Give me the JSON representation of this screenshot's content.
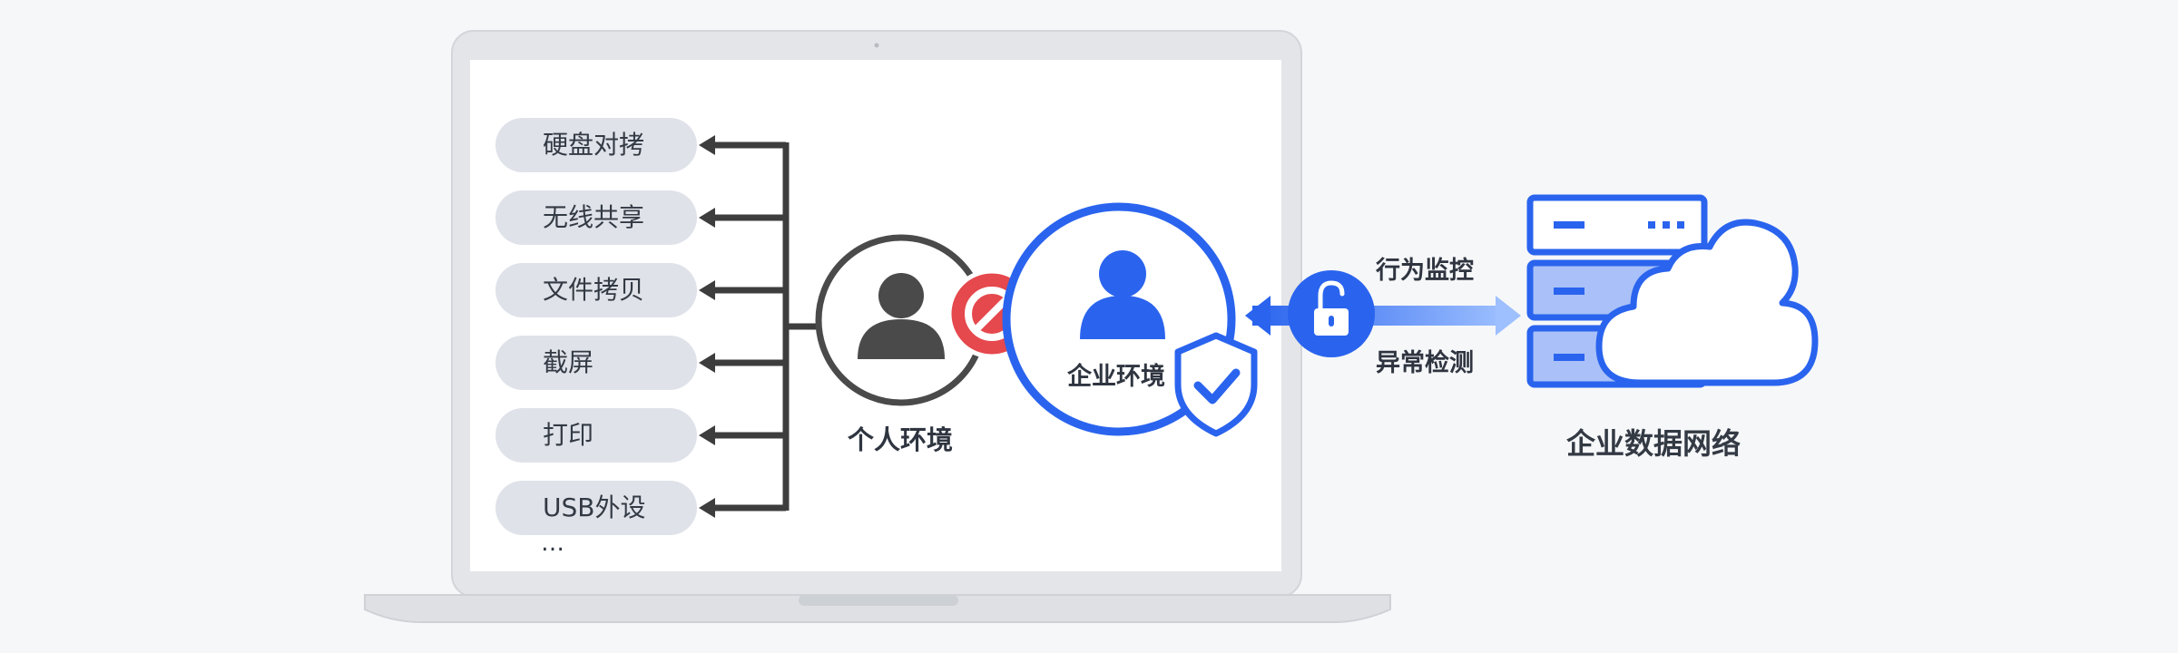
{
  "channels": [
    "硬盘对拷",
    "无线共享",
    "文件拷贝",
    "截屏",
    "打印",
    "USB外设"
  ],
  "channels_more": "…",
  "personal_env_label": "个人环境",
  "enterprise_env_label": "企业环境",
  "link_top_label": "行为监控",
  "link_bottom_label": "异常检测",
  "network_label": "企业数据网络",
  "icons": {
    "personal_user": "user-icon",
    "block": "prohibited-icon",
    "enterprise_user": "user-icon",
    "shield": "shield-check-icon",
    "lock": "unlocked-padlock-icon",
    "server": "server-rack-icon",
    "cloud": "cloud-icon"
  },
  "colors": {
    "primary_blue": "#2a64ee",
    "light_blue": "#a9c1f8",
    "block_red": "#e5484d",
    "dark_gray": "#4a4a4a",
    "pill_gray": "#dfe2e9",
    "laptop_frame": "#e4e5e8"
  }
}
